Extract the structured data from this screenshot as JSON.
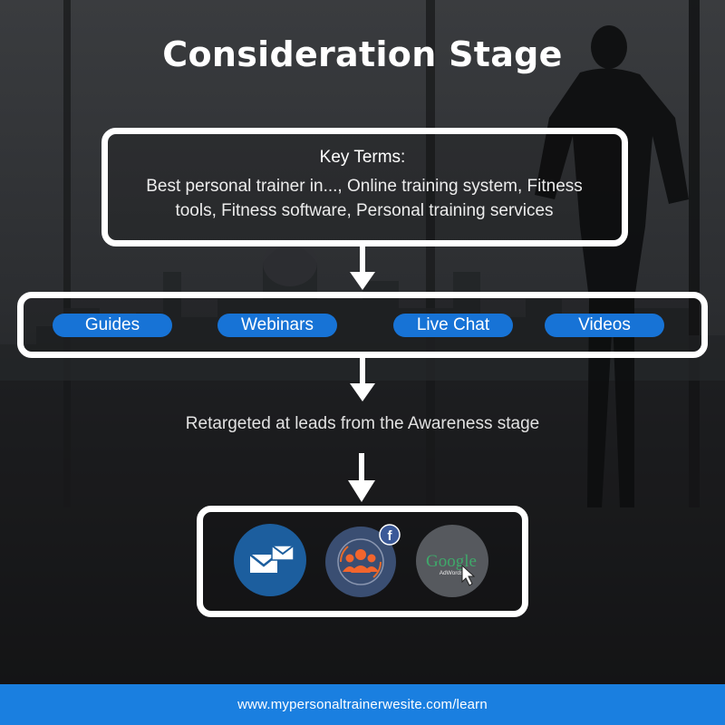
{
  "title": "Consideration Stage",
  "key_terms": {
    "heading": "Key Terms:",
    "text": "Best personal trainer in..., Online training system, Fitness tools, Fitness software, Personal training services"
  },
  "content_types": [
    "Guides",
    "Webinars",
    "Live Chat",
    "Videos"
  ],
  "retarget_text": "Retargeted at leads from the Awareness stage",
  "channels": [
    {
      "icon": "email-icon"
    },
    {
      "icon": "facebook-audience-icon"
    },
    {
      "icon": "google-adwords-icon",
      "label": "Google",
      "sublabel": "AdWords"
    }
  ],
  "footer_url": "www.mypersonaltrainerwesite.com/learn",
  "colors": {
    "accent": "#1773d6",
    "footer": "#1a7fe0",
    "box_border": "#ffffff",
    "google_green": "#3fa86a",
    "email_circle": "#1c5e9e"
  }
}
